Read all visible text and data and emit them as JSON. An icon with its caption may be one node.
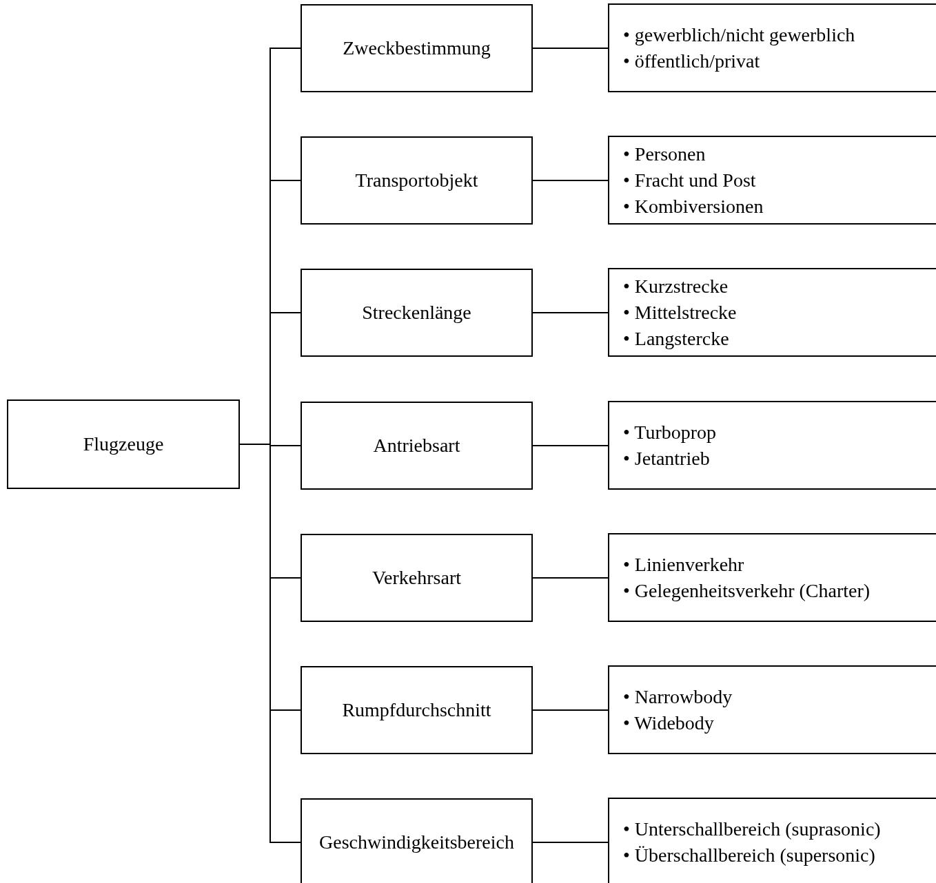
{
  "diagram": {
    "nodes": [
      {
        "text": [
          "Flugzeuge"
        ]
      },
      {
        "text": [
          "Zweckbestimmung"
        ]
      },
      {
        "text": [
          "• gewerblich/nicht gewerblich",
          "• öffentlich/privat"
        ]
      },
      {
        "text": [
          "Transportobjekt"
        ]
      },
      {
        "text": [
          "• Personen",
          "• Fracht und Post",
          "• Kombiversionen"
        ]
      },
      {
        "text": [
          "Streckenlänge"
        ]
      },
      {
        "text": [
          "• Kurzstrecke",
          "• Mittelstrecke",
          "• Langstercke"
        ]
      },
      {
        "text": [
          "Antriebsart"
        ]
      },
      {
        "text": [
          "• Turboprop",
          "• Jetantrieb"
        ]
      },
      {
        "text": [
          "Verkehrsart"
        ]
      },
      {
        "text": [
          "• Linienverkehr",
          "• Gelegenheitsverkehr (Charter)"
        ]
      },
      {
        "text": [
          "Rumpfdurchschnitt"
        ]
      },
      {
        "text": [
          "• Narrowbody",
          "• Widebody"
        ]
      },
      {
        "text": [
          "Geschwindigkeitsbereich"
        ]
      },
      {
        "text": [
          "• Unterschallbereich (suprasonic)",
          "• Überschallbereich (supersonic)"
        ]
      }
    ],
    "edges": [
      {
        "from": 0,
        "to": 1,
        "arrow": "none"
      },
      {
        "from": 0,
        "to": 3,
        "arrow": "none"
      },
      {
        "from": 0,
        "to": 5,
        "arrow": "none"
      },
      {
        "from": 0,
        "to": 7,
        "arrow": "none"
      },
      {
        "from": 0,
        "to": 9,
        "arrow": "none"
      },
      {
        "from": 0,
        "to": 11,
        "arrow": "none"
      },
      {
        "from": 0,
        "to": 13,
        "arrow": "none"
      },
      {
        "from": 1,
        "to": 2,
        "arrow": "none"
      },
      {
        "from": 3,
        "to": 4,
        "arrow": "none"
      },
      {
        "from": 5,
        "to": 6,
        "arrow": "none"
      },
      {
        "from": 7,
        "to": 8,
        "arrow": "none"
      },
      {
        "from": 9,
        "to": 10,
        "arrow": "none"
      },
      {
        "from": 11,
        "to": 12,
        "arrow": "none"
      },
      {
        "from": 13,
        "to": 14,
        "arrow": "none"
      }
    ]
  }
}
